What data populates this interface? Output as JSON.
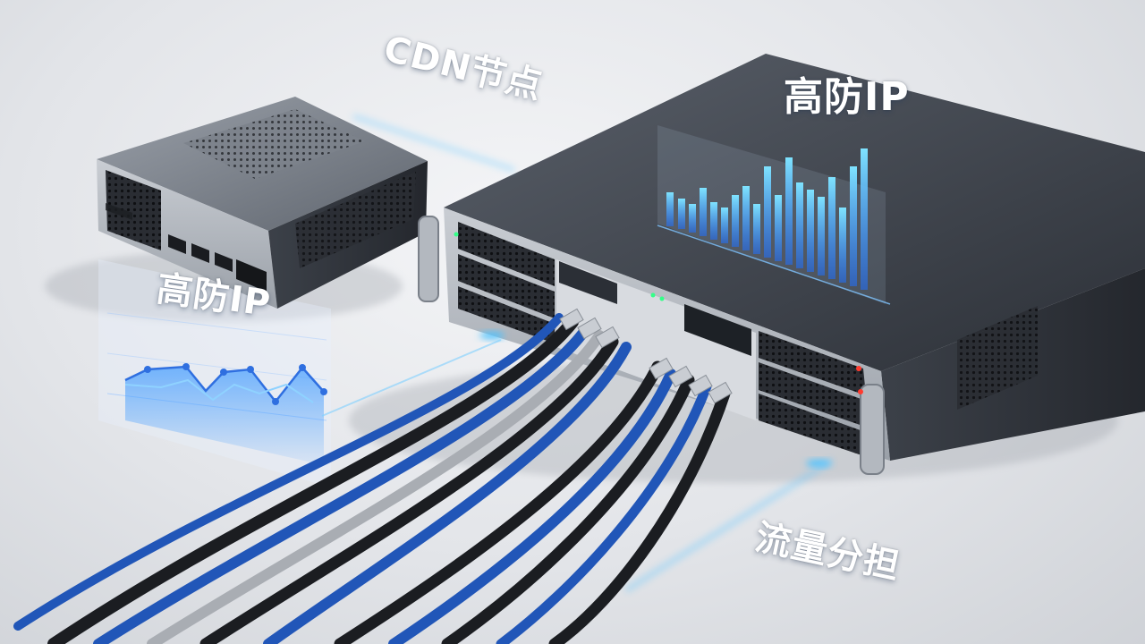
{
  "labels": {
    "cdn_node": "CDN节点",
    "high_defense_ip_main": "高防IP",
    "high_defense_ip_left": "高防IP",
    "traffic_sharing": "流量分担"
  },
  "colors": {
    "background": "#e3e5e9",
    "chassis_dark": "#3a3f47",
    "chassis_silver": "#b9bec6",
    "accent_blue": "#2f8bff",
    "cable_blue": "#2156b8",
    "cable_black": "#1b1d21",
    "cable_grey": "#a9adb3"
  }
}
